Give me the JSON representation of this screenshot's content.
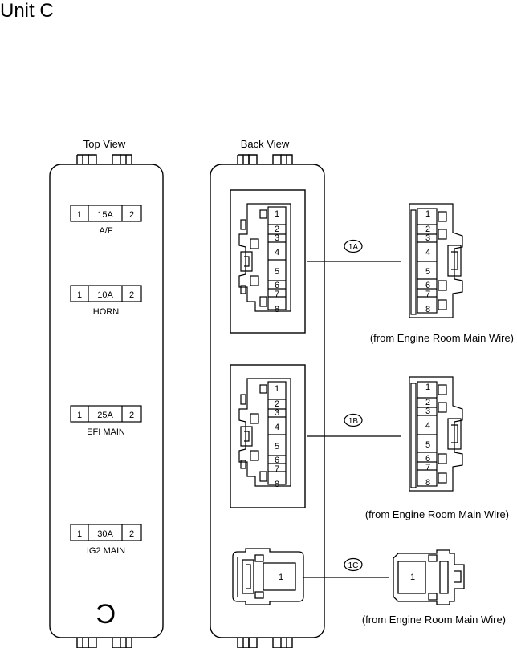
{
  "title": "Unit C",
  "top_view": {
    "label": "Top View",
    "fuses": [
      {
        "pin_left": "1",
        "rating": "15A",
        "pin_right": "2",
        "name": "A/F"
      },
      {
        "pin_left": "1",
        "rating": "10A",
        "pin_right": "2",
        "name": "HORN"
      },
      {
        "pin_left": "1",
        "rating": "25A",
        "pin_right": "2",
        "name": "EFI MAIN"
      },
      {
        "pin_left": "1",
        "rating": "30A",
        "pin_right": "2",
        "name": "IG2 MAIN"
      }
    ],
    "unit_letter": "C"
  },
  "back_view": {
    "label": "Back View",
    "connectors": [
      {
        "id": "1A",
        "pins": [
          "1",
          "2",
          "3",
          "4",
          "5",
          "6",
          "7",
          "8"
        ],
        "source": "(from Engine Room Main Wire)"
      },
      {
        "id": "1B",
        "pins": [
          "1",
          "2",
          "3",
          "4",
          "5",
          "6",
          "7",
          "8"
        ],
        "source": "(from Engine Room Main Wire)"
      },
      {
        "id": "1C",
        "pins": [
          "1"
        ],
        "source": "(from Engine Room Main Wire)"
      }
    ]
  }
}
